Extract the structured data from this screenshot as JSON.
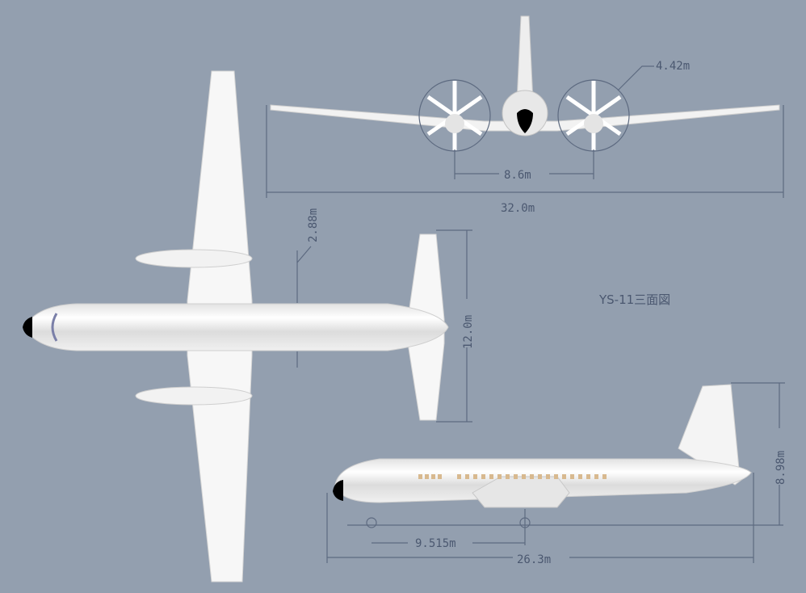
{
  "title": "YS-11三面図",
  "colors": {
    "background": "#939faf",
    "aircraft": "#f4f4f4",
    "dimension": "#4b5870"
  },
  "views": {
    "front": {
      "span": "32.0m",
      "engine_spacing": "8.6m",
      "propeller_diameter": "4.42m"
    },
    "top": {
      "engine_offset": "2.88m",
      "tail_span": "12.0m"
    },
    "side": {
      "height": "8.98m",
      "wheelbase": "9.515m",
      "length": "26.3m"
    }
  }
}
